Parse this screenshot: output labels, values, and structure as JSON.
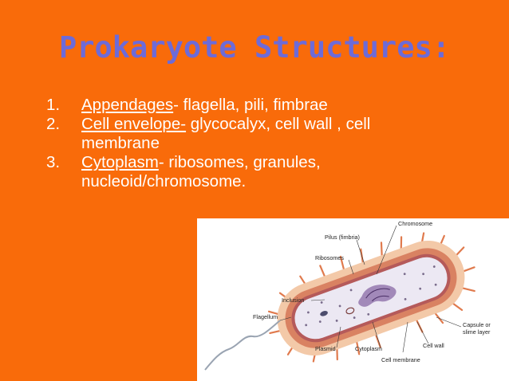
{
  "slide": {
    "title": "Prokaryote Structures:",
    "items": [
      {
        "number": "1.",
        "term": "Appendages",
        "rest": "- flagella, pili, fimbrae"
      },
      {
        "number": "2.",
        "term": "Cell envelope-",
        "rest": " glycocalyx, cell wall , cell",
        "rest2": "membrane"
      },
      {
        "number": "3.",
        "term": "Cytoplasm",
        "rest": "- ribosomes, granules,",
        "rest2": "nucleoid/chromosome."
      }
    ]
  },
  "diagram": {
    "labels": {
      "chromosome": "Chromosome",
      "pilus": "Pilus (fimbria)",
      "ribosomes": "Ribosomes",
      "inclusion": "Inclusion",
      "flagellum": "Flagellum",
      "plasmid": "Plasmid",
      "cytoplasm": "Cytoplasm",
      "cell_membrane": "Cell membrane",
      "cell_wall": "Cell wall",
      "capsule_1": "Capsule or",
      "capsule_2": "slime layer"
    },
    "colors": {
      "capsule": "#f3c9a8",
      "wall": "#d98262",
      "membrane": "#b55a5a",
      "cytoplasm": "#ece8f3",
      "pili": "#e07a4d"
    }
  }
}
